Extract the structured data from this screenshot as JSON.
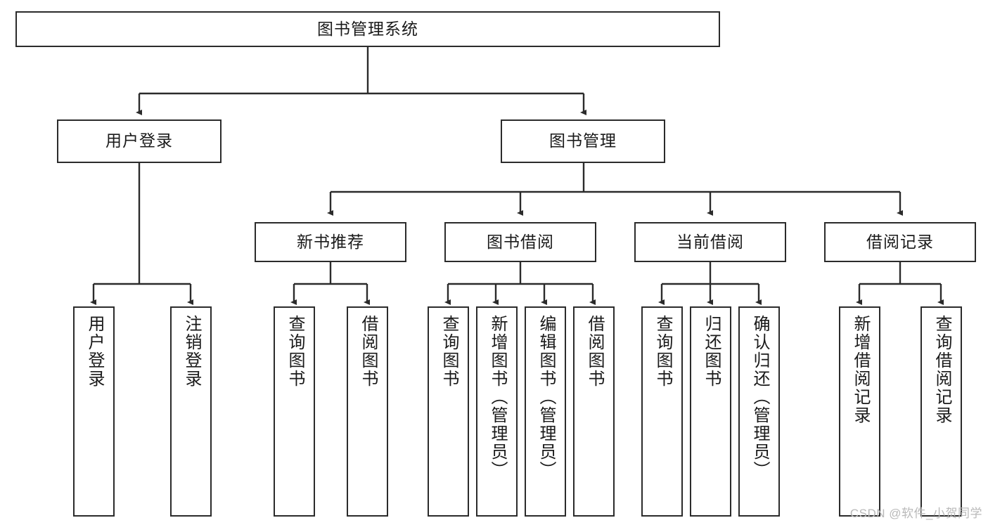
{
  "diagram": {
    "title": "图书管理系统",
    "watermark": "CSDN @软件_小贺同学",
    "type": "tree",
    "line_color": "#2b2b2b",
    "box_fill": "#ffffff",
    "text_color": "#1a1a1a",
    "root": {
      "label": "图书管理系统"
    },
    "level2": [
      {
        "label": "用户登录"
      },
      {
        "label": "图书管理"
      }
    ],
    "level3": [
      {
        "label": "新书推荐"
      },
      {
        "label": "图书借阅"
      },
      {
        "label": "当前借阅"
      },
      {
        "label": "借阅记录"
      }
    ],
    "leaves": {
      "user_login": [
        {
          "label": "用户登录"
        },
        {
          "label": "注销登录"
        }
      ],
      "new_book": [
        {
          "label": "查询图书"
        },
        {
          "label": "借阅图书"
        }
      ],
      "borrow_book": [
        {
          "label": "查询图书"
        },
        {
          "label": "新增图书（管理员）"
        },
        {
          "label": "编辑图书（管理员）"
        },
        {
          "label": "借阅图书"
        }
      ],
      "current_borrow": [
        {
          "label": "查询图书"
        },
        {
          "label": "归还图书"
        },
        {
          "label": "确认归还（管理员）"
        }
      ],
      "borrow_record": [
        {
          "label": "新增借阅记录"
        },
        {
          "label": "查询借阅记录"
        }
      ]
    }
  }
}
